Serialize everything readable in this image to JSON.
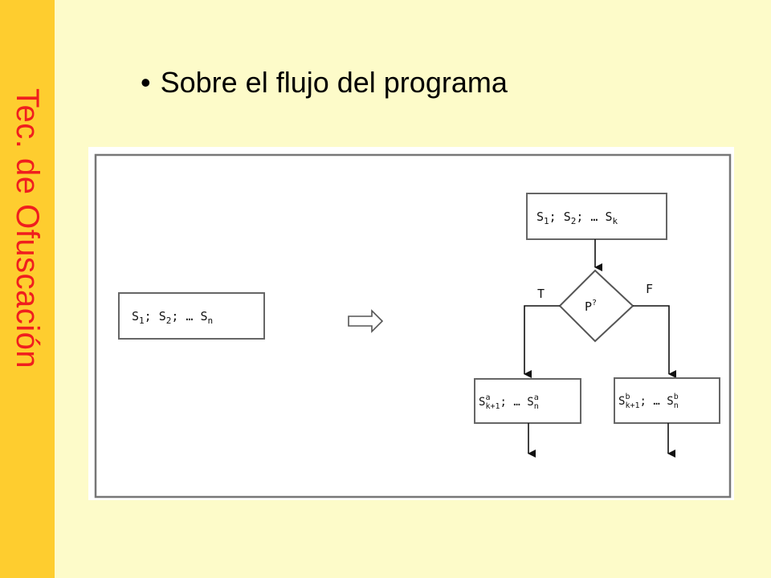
{
  "slide": {
    "side_title": "Tec. de Ofuscación",
    "bullet": "Sobre el flujo del programa"
  },
  "diagram": {
    "original_block": {
      "base": [
        "S",
        "; S",
        "; … S"
      ],
      "subs": [
        "1",
        "2",
        "n"
      ]
    },
    "top_block": {
      "base": [
        "S",
        "; S",
        "; … S"
      ],
      "subs": [
        "1",
        "2",
        "k"
      ]
    },
    "predicate": {
      "base": "P",
      "sup": "?"
    },
    "true_label": "T",
    "false_label": "F",
    "left_block": {
      "base": [
        "S",
        "; … S"
      ],
      "sups": [
        "a",
        "a"
      ],
      "subs": [
        "k+1",
        "n"
      ]
    },
    "right_block": {
      "base": [
        "S",
        "; … S"
      ],
      "sups": [
        "b",
        "b"
      ],
      "subs": [
        "k+1",
        "n"
      ]
    }
  },
  "colors": {
    "side_bar": "#fecd2f",
    "side_title": "#f01e1e",
    "background": "#fdfbc9"
  }
}
